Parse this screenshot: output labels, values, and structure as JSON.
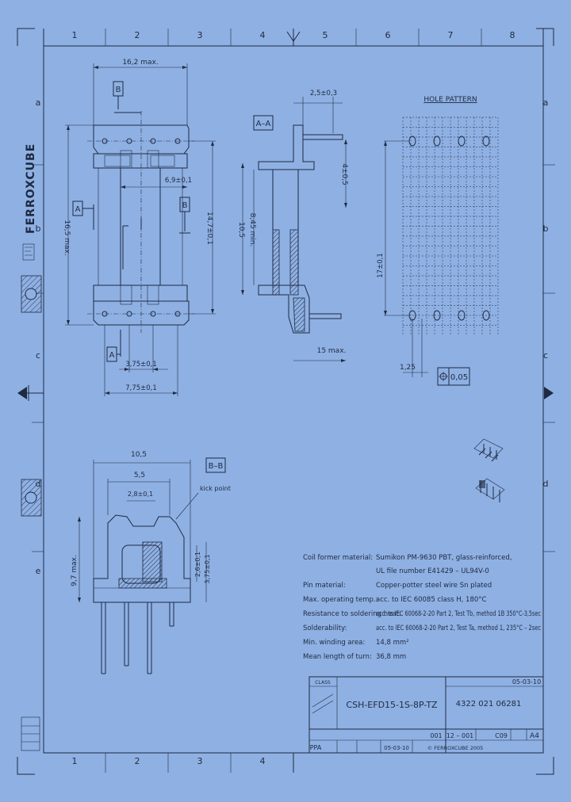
{
  "border": {
    "columns": [
      "1",
      "2",
      "3",
      "4",
      "5",
      "6",
      "7",
      "8"
    ],
    "rows": [
      "a",
      "b",
      "c",
      "d",
      "e"
    ]
  },
  "logo": {
    "text": "FERROXCUBE"
  },
  "views": {
    "top": {
      "label_b": "B",
      "label_a_side": "A",
      "label_b_side": "B",
      "label_a_bottom": "A",
      "dim_width": "16,2 max.",
      "dim_pin_pitch": "6,9±0,1",
      "dim_length": "14,7±0,1",
      "dim_height": "16,5 max.",
      "dim_3_75": "3,75±0,1",
      "dim_7_75": "7,75±0,1"
    },
    "section_aa": {
      "label": "A–A",
      "dim_top": "2,5±0,3",
      "dim_right": "4±0,5",
      "dim_len": "10,5",
      "dim_inner": "8,45 min.",
      "dim_bottom": "15 max."
    },
    "hole_pattern": {
      "title": "HOLE PATTERN",
      "dim_pitch": "1,25",
      "dim_vertical": "17±0,1",
      "tolerance": "0,05"
    },
    "section_bb": {
      "label": "B–B",
      "dim_105": "10,5",
      "dim_55": "5,5",
      "dim_28": "2,8±0,1",
      "dim_height": "9,7 max.",
      "dim_26": "2,6±0,1",
      "dim_375": "3,75±0,1",
      "note": "kick point"
    }
  },
  "spec_table": {
    "rows": [
      {
        "label": "Coil former material:",
        "value": "Sumikon PM-9630 PBT, glass-reinforced,"
      },
      {
        "label": "",
        "value": "UL file number E41429 – UL94V-0"
      },
      {
        "label": "Pin material:",
        "value": "Copper-potter steel wire Sn plated"
      },
      {
        "label": "Max. operating temp.:",
        "value": "acc. to IEC 60085 class H, 180°C"
      },
      {
        "label": "Resistance to soldering heat:",
        "value": "acc. to IEC 60068-2-20 Part 2, Test Tb, method 1B 350°C-3,5sec"
      },
      {
        "label": "Solderability:",
        "value": "acc. to IEC 60068-2-20 Part 2, Test Ta, method 1, 235°C – 2sec"
      },
      {
        "label": "Min. winding area:",
        "value": "14,8 mm²"
      },
      {
        "label": "Mean length of turn:",
        "value": "36,8 mm"
      }
    ]
  },
  "title_block": {
    "header_left": "CLASS",
    "part_name": "CSH-EFD15-1S-8P-TZ",
    "part_number": "4322 021 06281",
    "date_top": "05-03-10",
    "sheet": "001",
    "scale": "12 – 001",
    "code": "C09",
    "size": "A4",
    "bottom_left": "PPA",
    "bottom_date": "05-03-10",
    "copyright": "© FERROXCUBE 2005"
  }
}
